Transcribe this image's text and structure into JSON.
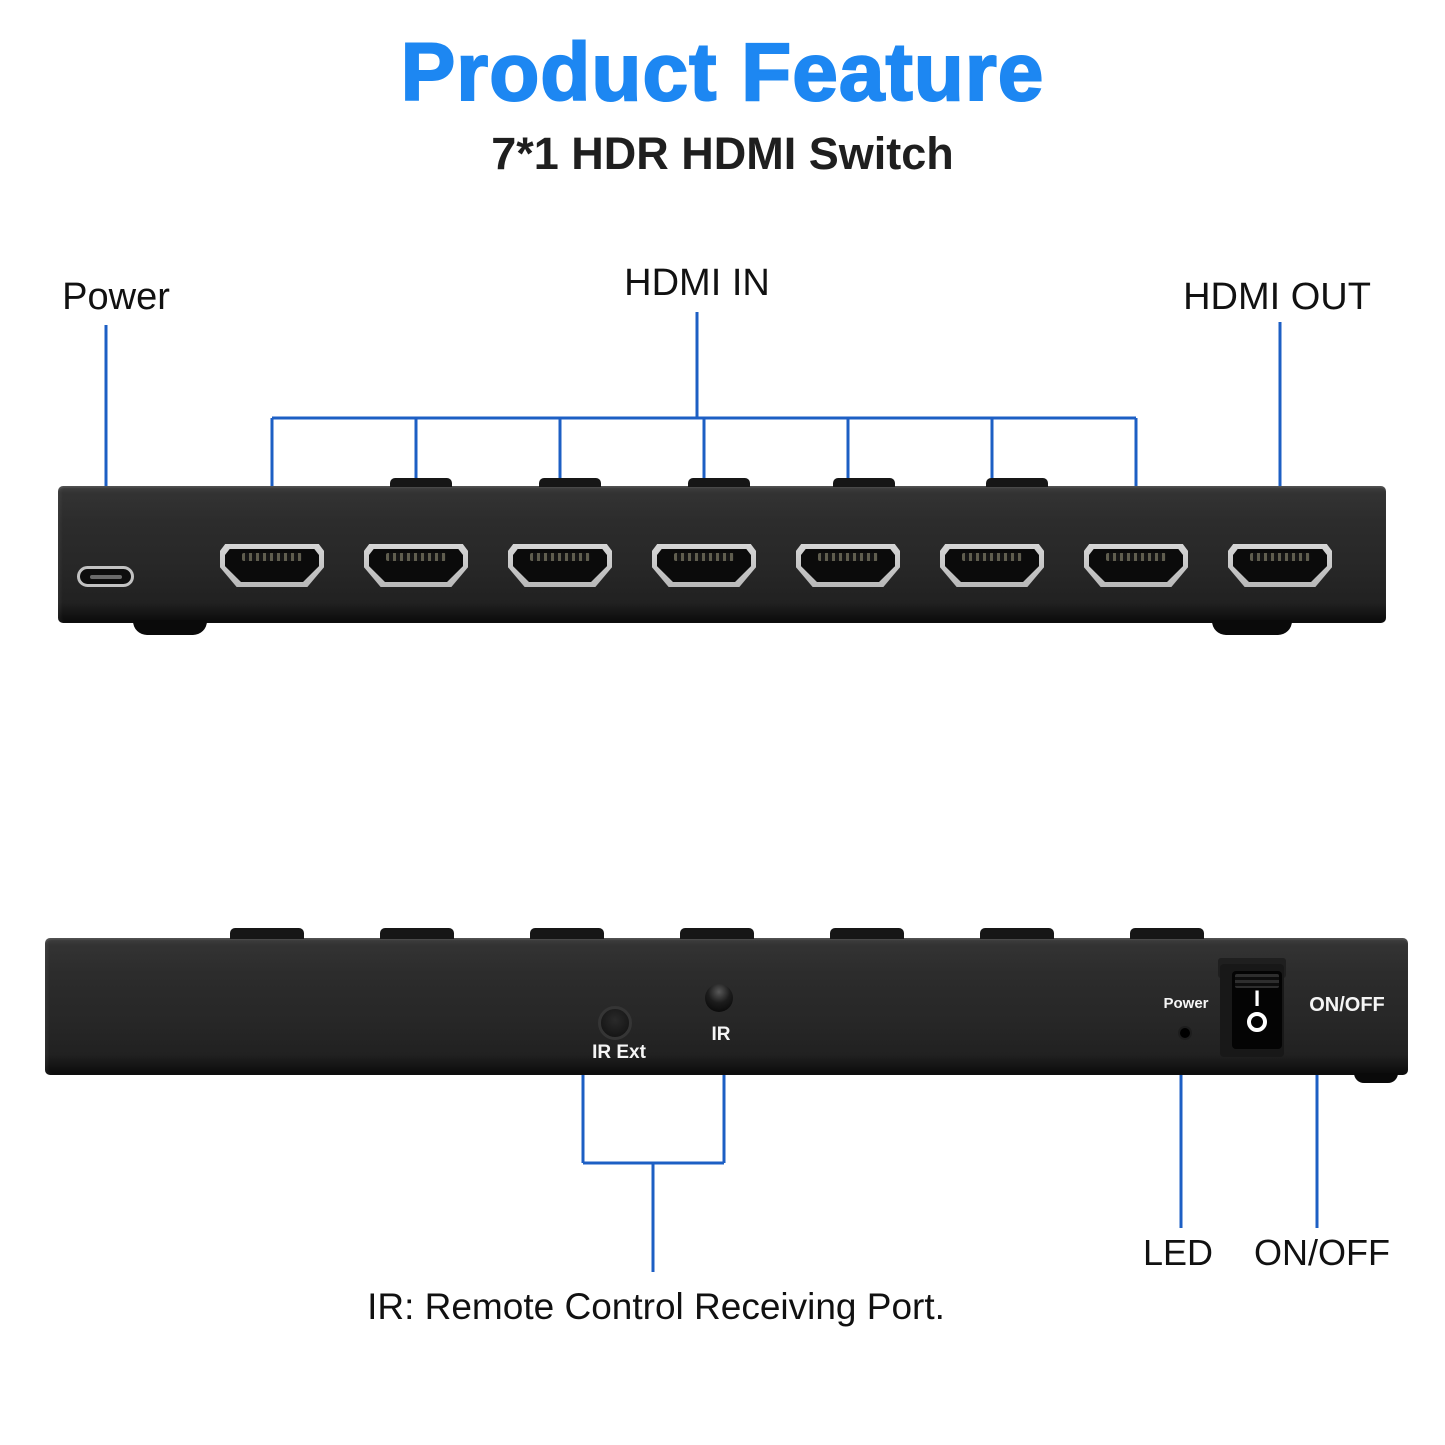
{
  "page": {
    "title": "Product Feature",
    "subtitle": "7*1 HDR HDMI Switch"
  },
  "colors": {
    "title_blue": "#1d87f2",
    "callout_blue": "#1d5fc4",
    "device_body": "#272727",
    "port_silver": "#c7c7c7",
    "label_white": "#f5f5f5"
  },
  "front_view": {
    "power_label": "Power",
    "hdmi_in_label": "HDMI IN",
    "hdmi_out_label": "HDMI OUT",
    "hdmi_in_count": 7,
    "hdmi_out_count": 1
  },
  "rear_view": {
    "ir_ext_label": "IR Ext",
    "ir_label": "IR",
    "power_label": "Power",
    "on_off_label": "ON/OFF",
    "switch_on_mark": "I",
    "switch_off_mark": "O"
  },
  "captions": {
    "ir_note": "IR: Remote Control Receiving Port.",
    "led_label": "LED",
    "on_off_label": "ON/OFF"
  }
}
